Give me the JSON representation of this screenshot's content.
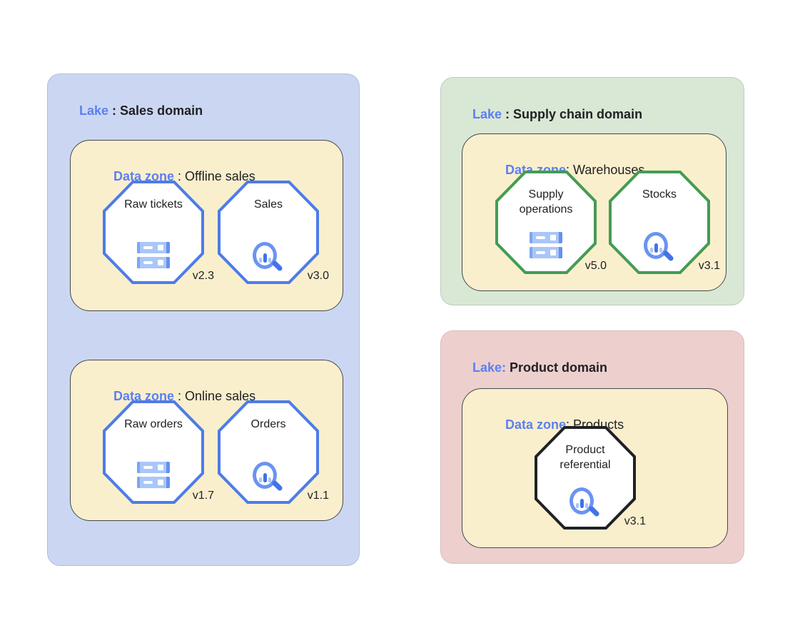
{
  "diagram": {
    "colors": {
      "label_blue": "#5B80F2",
      "text_dark": "#202124",
      "sales_lake_bg": "#CBD7F2",
      "supply_lake_bg": "#D9E7D5",
      "product_lake_bg": "#EDCFCE",
      "data_zone_bg": "#FAEFCD",
      "octagon_blue_border": "#4D7CE8",
      "octagon_green_border": "#439C54",
      "octagon_black_border": "#1F2124",
      "icon_blue_dark": "#4372E8",
      "icon_blue_mid": "#6B93F2",
      "icon_blue_light": "#A9C7F8"
    },
    "lakes": [
      {
        "label_blue": "Lake",
        "label_dark": " : Sales domain",
        "zones": [
          {
            "label_blue": "Data zone",
            "label_dark": " : Offline sales",
            "entities": [
              {
                "name": "Raw tickets",
                "version": "v2.3",
                "icon": "storage-server",
                "border": "blue"
              },
              {
                "name": "Sales",
                "version": "v3.0",
                "icon": "search-chart",
                "border": "blue"
              }
            ]
          },
          {
            "label_blue": "Data zone",
            "label_dark": " : Online sales",
            "entities": [
              {
                "name": "Raw orders",
                "version": "v1.7",
                "icon": "storage-server",
                "border": "blue"
              },
              {
                "name": "Orders",
                "version": "v1.1",
                "icon": "search-chart",
                "border": "blue"
              }
            ]
          }
        ]
      },
      {
        "label_blue": "Lake",
        "label_dark": " : Supply chain domain",
        "zones": [
          {
            "label_blue": "Data zone",
            "label_dark": ": Warehouses",
            "entities": [
              {
                "name": "Supply operations",
                "version": "v5.0",
                "icon": "storage-server",
                "border": "green"
              },
              {
                "name": "Stocks",
                "version": "v3.1",
                "icon": "search-chart",
                "border": "green"
              }
            ]
          }
        ]
      },
      {
        "label_blue": "Lake:",
        "label_dark": " Product domain",
        "zones": [
          {
            "label_blue": "Data zone",
            "label_dark": ": Products",
            "entities": [
              {
                "name": "Product referential",
                "version": "v3.1",
                "icon": "search-chart",
                "border": "black"
              }
            ]
          }
        ]
      }
    ]
  }
}
